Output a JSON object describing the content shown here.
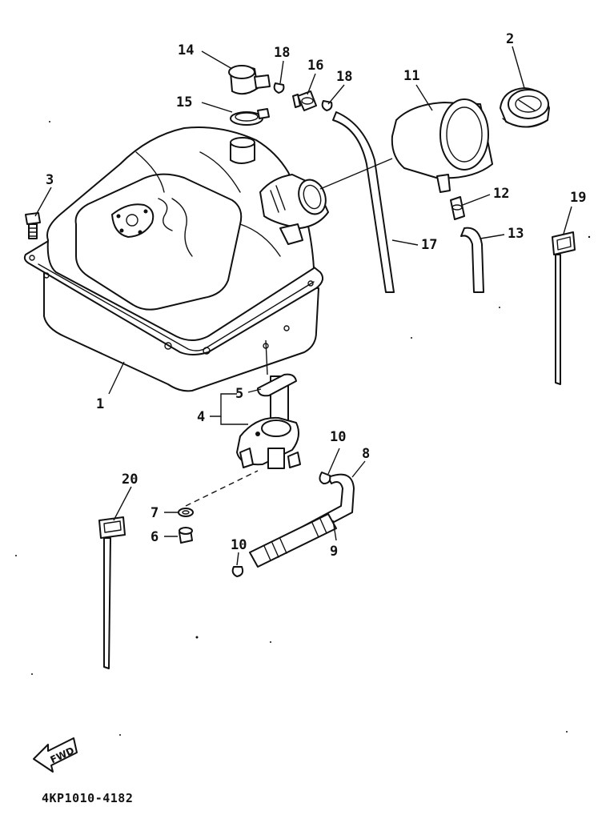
{
  "diagram": {
    "code": "4KP1010-4182",
    "fwd_label": "FWD",
    "callouts": {
      "c1": "1",
      "c2": "2",
      "c3": "3",
      "c4": "4",
      "c5": "5",
      "c6": "6",
      "c7": "7",
      "c8": "8",
      "c9": "9",
      "c10a": "10",
      "c10b": "10",
      "c11": "11",
      "c12": "12",
      "c13": "13",
      "c14": "14",
      "c15": "15",
      "c16": "16",
      "c17": "17",
      "c18a": "18",
      "c18b": "18",
      "c19": "19",
      "c20": "20"
    }
  }
}
